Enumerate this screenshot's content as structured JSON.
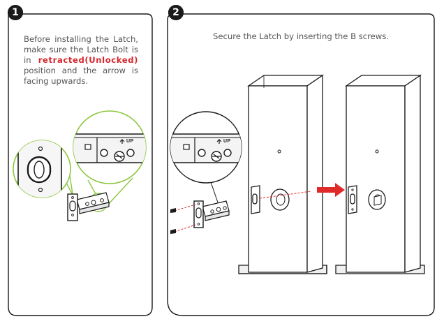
{
  "steps": [
    {
      "number": "1",
      "text_before": "Before installing the Latch, make sure the Latch Bolt is in",
      "emphasis": "retracted(Unlocked)",
      "text_after": "position and the arrow is facing upwards."
    },
    {
      "number": "2",
      "text": "Secure the Latch by inserting the B screws."
    }
  ],
  "latch_marking": "UP",
  "colors": {
    "panel_border": "#1a1a1a",
    "zoom_circle": "#8cc63f",
    "emphasis_text": "#d6252a",
    "arrow": "#e02a2a",
    "body_text": "#555555"
  }
}
